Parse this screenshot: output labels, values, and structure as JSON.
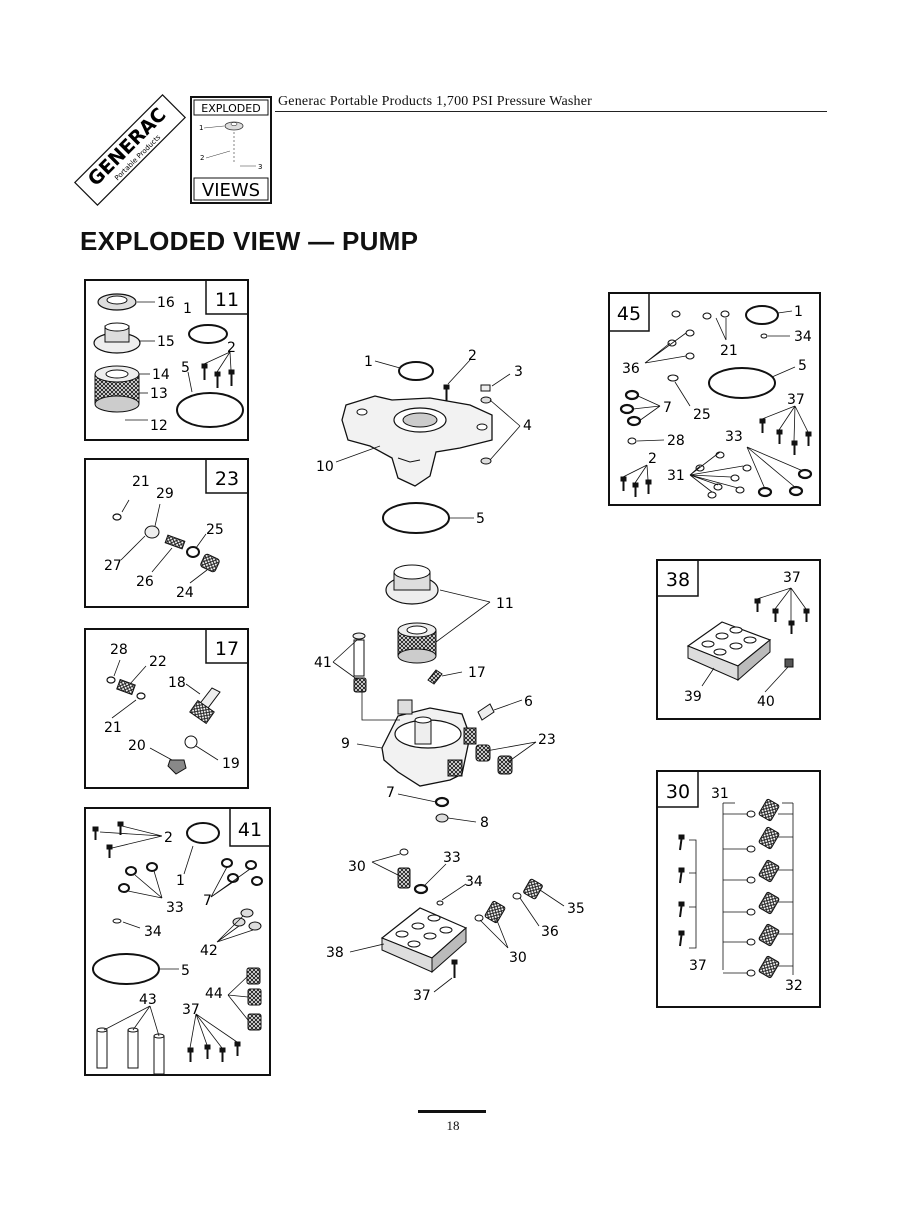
{
  "header": {
    "brand": "GENERAC",
    "brand_sub": "Portable Products",
    "badge_top": "EXPLODED",
    "badge_bottom": "VIEWS",
    "badge_callouts": [
      "1",
      "2",
      "3"
    ],
    "doc_title": "Generac Portable Products 1,700 PSI Pressure Washer"
  },
  "page_title": "EXPLODED VIEW — PUMP",
  "insets": [
    {
      "id": "11",
      "parts": [
        "16",
        "15",
        "14",
        "13",
        "12",
        "1",
        "2",
        "5"
      ]
    },
    {
      "id": "23",
      "parts": [
        "21",
        "29",
        "25",
        "27",
        "26",
        "24"
      ]
    },
    {
      "id": "17",
      "parts": [
        "28",
        "22",
        "18",
        "21",
        "20",
        "19"
      ]
    },
    {
      "id": "41",
      "parts": [
        "2",
        "1",
        "33",
        "7",
        "34",
        "42",
        "5",
        "43",
        "44",
        "37"
      ]
    },
    {
      "id": "45",
      "parts": [
        "1",
        "34",
        "21",
        "36",
        "5",
        "7",
        "25",
        "37",
        "28",
        "33",
        "2",
        "31"
      ]
    },
    {
      "id": "38",
      "parts": [
        "37",
        "39",
        "40"
      ]
    },
    {
      "id": "30",
      "parts": [
        "31",
        "37",
        "32"
      ]
    }
  ],
  "main_callouts": [
    "1",
    "2",
    "3",
    "4",
    "10",
    "5",
    "11",
    "41",
    "17",
    "6",
    "9",
    "23",
    "7",
    "8",
    "30",
    "33",
    "34",
    "35",
    "36",
    "38",
    "37"
  ],
  "page_number": "18"
}
